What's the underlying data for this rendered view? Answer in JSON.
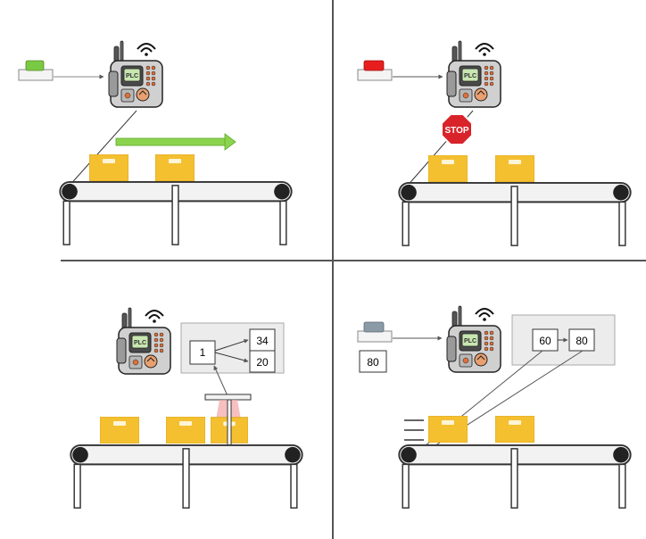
{
  "colors": {
    "divider": "#555555",
    "button_green": "#7ac943",
    "button_red": "#e81e1e",
    "button_gray": "#8a9aa6",
    "box": "#f4c030",
    "box_label": "#fff5d6",
    "arrow_green": "#8cd44e",
    "stop_red": "#d9232a",
    "belt_fill": "#f2f2f2",
    "memory_panel": "#ececec",
    "sensor_beam": "#f2a5a5"
  },
  "icons": {
    "plc": "plc-controller-icon",
    "stop": "stop-sign-icon",
    "button": "push-button-icon",
    "wifi": "wifi-signal-icon"
  },
  "plc_label": "PLC",
  "panel_top_left": {
    "button_state": "green",
    "conveyor_motion": "running"
  },
  "panel_top_right": {
    "button_state": "red",
    "stop_sign_text": "STOP"
  },
  "panel_bottom_left": {
    "counter_value": "1",
    "memory_values": [
      "34",
      "20"
    ]
  },
  "panel_bottom_right": {
    "input_value": "80",
    "memory_values": [
      "60",
      "80"
    ]
  }
}
